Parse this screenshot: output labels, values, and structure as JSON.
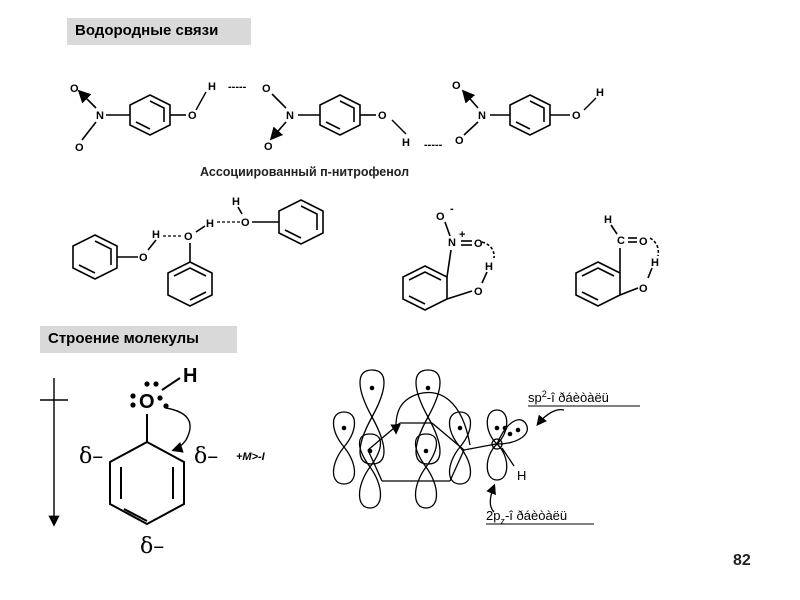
{
  "headers": {
    "hydrogen_bonds": "Водородные связи",
    "molecule_structure": "Строение молекулы"
  },
  "caption": "Ассоциированный п-нитрофенол",
  "page_number": "82",
  "atoms": {
    "O": "O",
    "N": "N",
    "H": "H",
    "C": "C"
  },
  "hbond_dash": "-----",
  "charges": {
    "minus": "-",
    "plus": "+"
  },
  "structure": {
    "delta": "δ–",
    "effect": "+M>-I",
    "sp2_label": "sp",
    "sp2_sup": "2",
    "sp2_rest": "-î ðáèòàëü",
    "pz_label": "2p",
    "pz_sub": "z",
    "pz_rest": "-î ðáèòàëü"
  }
}
